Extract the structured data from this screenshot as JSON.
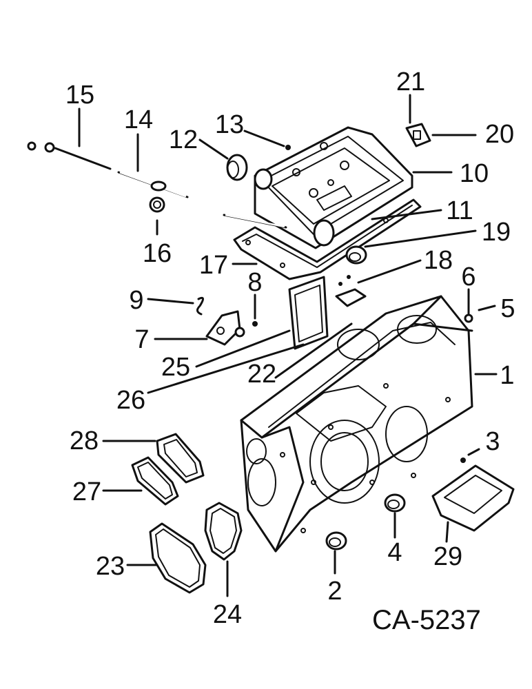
{
  "callouts": {
    "c1": "1",
    "c2": "2",
    "c3": "3",
    "c4": "4",
    "c5": "5",
    "c6": "6",
    "c7": "7",
    "c8": "8",
    "c9": "9",
    "c10": "10",
    "c11": "11",
    "c12": "12",
    "c13": "13",
    "c14": "14",
    "c15": "15",
    "c16": "16",
    "c17": "17",
    "c18": "18",
    "c19": "19",
    "c20": "20",
    "c21": "21",
    "c22": "22",
    "c23": "23",
    "c24": "24",
    "c25": "25",
    "c26": "26",
    "c27": "27",
    "c28": "28",
    "c29": "29"
  },
  "reference_code": "CA-5237"
}
